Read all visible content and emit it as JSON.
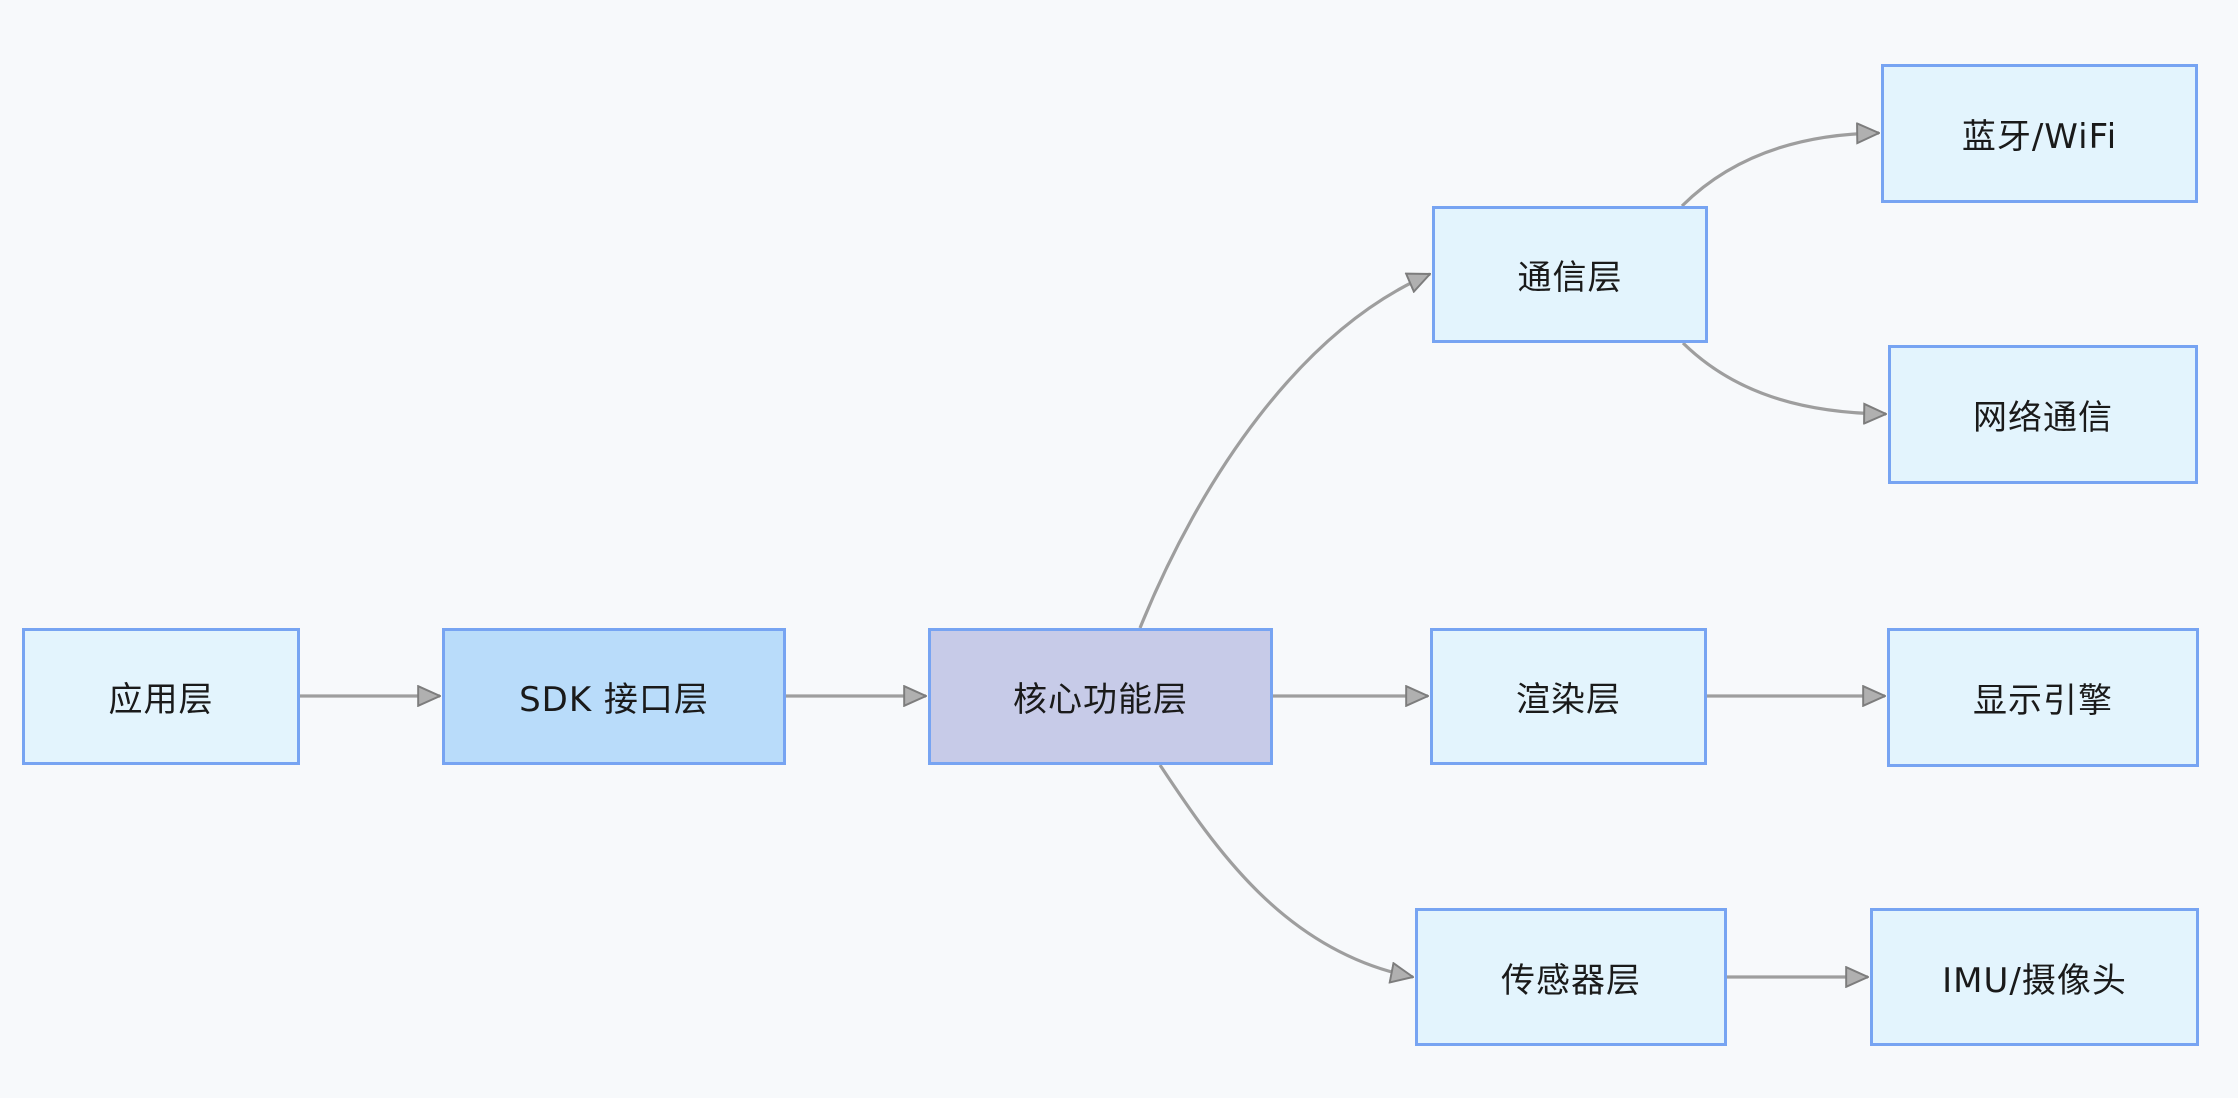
{
  "diagram": {
    "type": "flowchart-left-to-right",
    "colors": {
      "background": "#f7f9fb",
      "edge": "#9e9e9e",
      "arrowhead_fill": "#b0b0b0",
      "arrowhead_stroke": "#7d7d7d",
      "node_border": "#77a4f2",
      "node_fill_light": "#e3f4fd",
      "node_fill_sdk": "#b9dcfa",
      "node_fill_core": "#c7cbe8",
      "text": "#1a1a1a"
    },
    "nodes": [
      {
        "id": "app",
        "label": "应用层",
        "fill": "#e3f4fd",
        "stroke": "#77a4f2"
      },
      {
        "id": "sdk",
        "label": "SDK 接口层",
        "fill": "#b9dcfa",
        "stroke": "#77a4f2"
      },
      {
        "id": "core",
        "label": "核心功能层",
        "fill": "#c7cbe8",
        "stroke": "#77a4f2"
      },
      {
        "id": "comm",
        "label": "通信层",
        "fill": "#e3f4fd",
        "stroke": "#77a4f2"
      },
      {
        "id": "bt",
        "label": "蓝牙/WiFi",
        "fill": "#e3f4fd",
        "stroke": "#77a4f2"
      },
      {
        "id": "net",
        "label": "网络通信",
        "fill": "#e3f4fd",
        "stroke": "#77a4f2"
      },
      {
        "id": "render",
        "label": "渲染层",
        "fill": "#e3f4fd",
        "stroke": "#77a4f2"
      },
      {
        "id": "disp",
        "label": "显示引擎",
        "fill": "#e3f4fd",
        "stroke": "#77a4f2"
      },
      {
        "id": "sensor",
        "label": "传感器层",
        "fill": "#e3f4fd",
        "stroke": "#77a4f2"
      },
      {
        "id": "imu",
        "label": "IMU/摄像头",
        "fill": "#e3f4fd",
        "stroke": "#77a4f2"
      }
    ],
    "edges": [
      {
        "from": "app",
        "to": "sdk"
      },
      {
        "from": "sdk",
        "to": "core"
      },
      {
        "from": "core",
        "to": "comm"
      },
      {
        "from": "core",
        "to": "render"
      },
      {
        "from": "core",
        "to": "sensor"
      },
      {
        "from": "comm",
        "to": "bt"
      },
      {
        "from": "comm",
        "to": "net"
      },
      {
        "from": "render",
        "to": "disp"
      },
      {
        "from": "sensor",
        "to": "imu"
      }
    ]
  }
}
